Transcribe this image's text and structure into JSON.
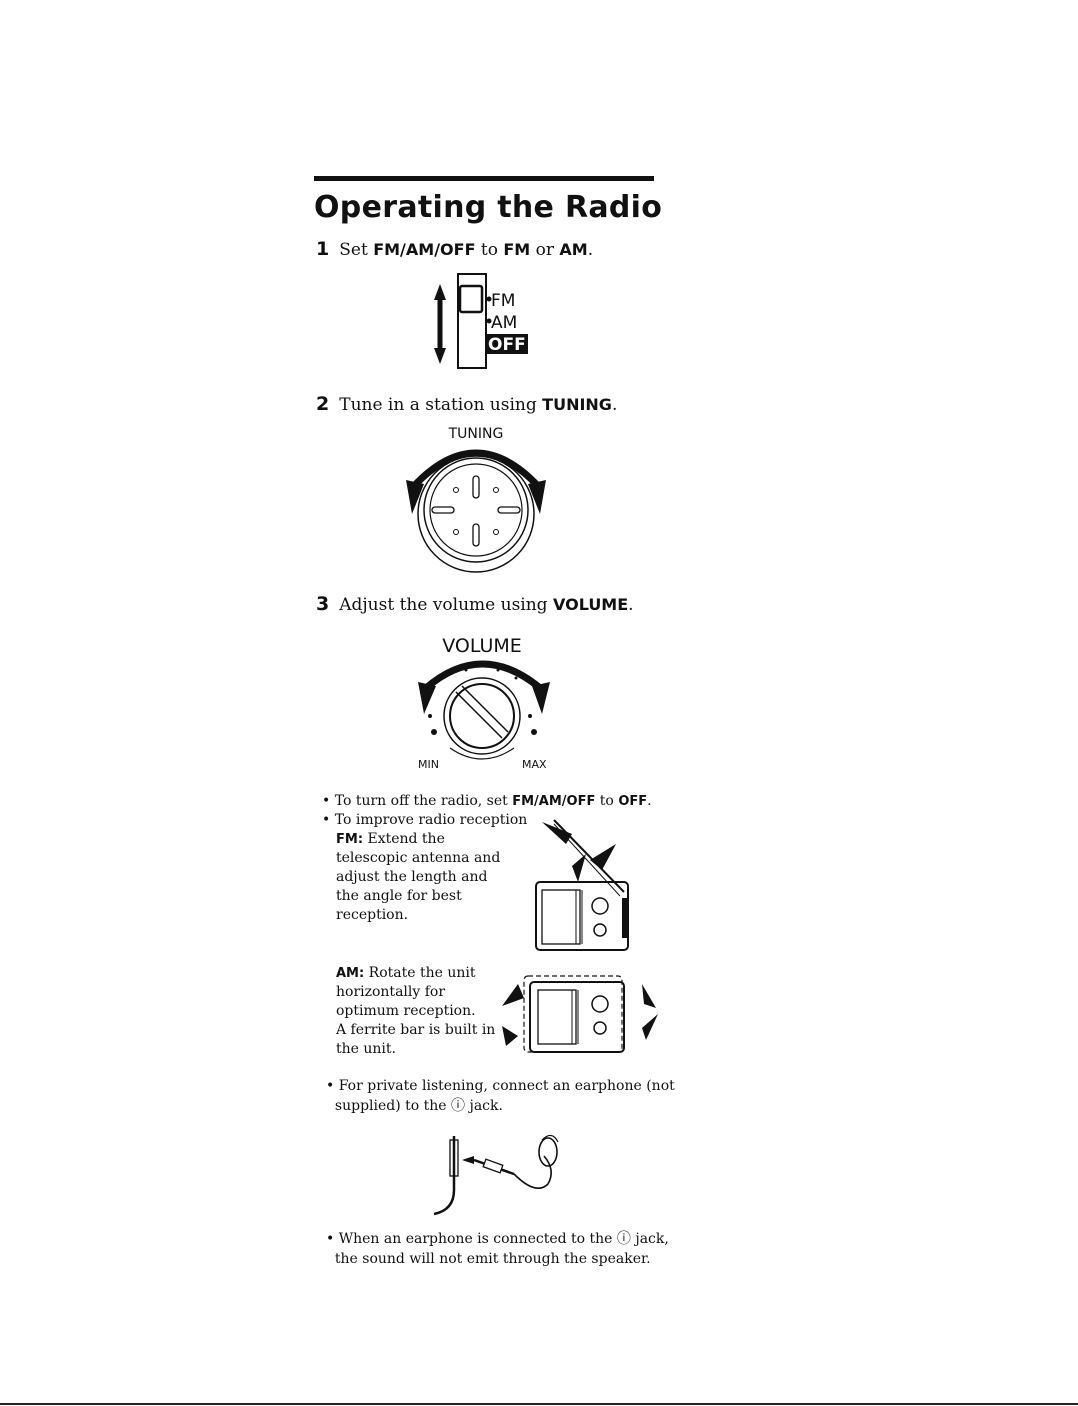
{
  "title": "Operating the Radio",
  "step1": {
    "num": "1",
    "pre": "Set ",
    "key1": "FM/AM/OFF",
    "mid": " to ",
    "key2": "FM",
    "or": " or ",
    "key3": "AM",
    "end": "."
  },
  "switch_fig": {
    "fm": "FM",
    "am": "AM",
    "off": "OFF"
  },
  "step2": {
    "num": "2",
    "pre": "Tune in a station using ",
    "key": "TUNING",
    "end": "."
  },
  "tuning_fig": {
    "label": "TUNING"
  },
  "step3": {
    "num": "3",
    "pre": "Adjust the volume using ",
    "key": "VOLUME",
    "end": "."
  },
  "volume_fig": {
    "label": "VOLUME",
    "min": "MIN",
    "max": "MAX"
  },
  "bullets": {
    "off": {
      "pre": "To turn off the radio, set ",
      "key": "FM/AM/OFF",
      "mid": " to ",
      "key2": "OFF",
      "end": "."
    },
    "reception": {
      "text": "To improve radio reception"
    },
    "fm": {
      "key": "FM:",
      "lines": [
        "Extend the",
        "telescopic antenna and",
        "adjust the length and",
        "the angle for best",
        "reception."
      ]
    },
    "am": {
      "key": "AM:",
      "lines": [
        "Rotate the unit",
        "horizontally for",
        "optimum reception.",
        "A ferrite bar is built in",
        "the unit."
      ]
    },
    "private": {
      "line1": "For private listening, connect an earphone (not",
      "line2": "supplied) to the ⓘ jack."
    },
    "speaker": {
      "line1": "When an earphone is connected to the ⓘ jack,",
      "line2": "the sound will not emit through the speaker."
    }
  },
  "icons": [
    "earphone-jack-icon",
    "rotate-arrow-icon",
    "antenna-icon"
  ]
}
